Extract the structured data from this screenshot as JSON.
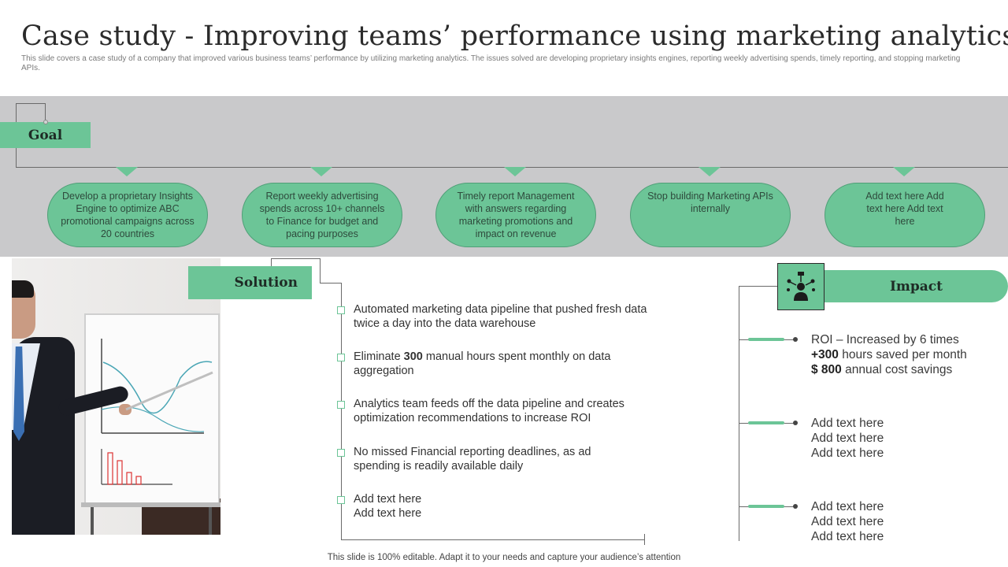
{
  "title": "Case study - Improving teams’ performance using marketing analytics",
  "subtitle": "This slide covers a case study of a company that improved various business teams’ performance by utilizing marketing analytics. The issues solved are developing proprietary insights engines, reporting weekly advertising spends, timely reporting, and stopping marketing APIs.",
  "goal": {
    "label": "Goal",
    "items": [
      "Develop a proprietary Insights Engine to optimize ABC promotional campaigns across 20 countries",
      "Report weekly advertising spends across 10+ channels to Finance for budget and pacing purposes",
      "Timely report Management with answers regarding marketing promotions and impact on revenue",
      "Stop building Marketing APIs internally",
      "Add text here Add text here Add text here"
    ]
  },
  "solution": {
    "label": "Solution",
    "items": [
      {
        "pre": "Automated marketing data pipeline that pushed fresh data twice a day into the data warehouse",
        "bold": "",
        "post": ""
      },
      {
        "pre": "Eliminate ",
        "bold": "300",
        "post": " manual hours spent monthly on data aggregation"
      },
      {
        "pre": "Analytics team feeds off the data pipeline and creates optimization recommendations to increase ROI",
        "bold": "",
        "post": ""
      },
      {
        "pre": "No missed Financial reporting deadlines, as ad spending is readily available daily",
        "bold": "",
        "post": ""
      },
      {
        "pre": "Add text here",
        "bold": "",
        "post": "",
        "line2": "Add text here"
      }
    ]
  },
  "impact": {
    "label": "Impact",
    "block1": {
      "line1": "ROI – Increased by 6 times",
      "line2_bold": "+300",
      "line2_rest": " hours saved per month",
      "line3_bold": "$ 800",
      "line3_rest": " annual cost savings"
    },
    "block2": [
      "Add text here",
      "Add text here",
      "Add text here"
    ],
    "block3": [
      "Add text here",
      "Add text here",
      "Add text here"
    ]
  },
  "footer": "This slide is 100% editable. Adapt it to your needs and capture your audience’s attention",
  "colors": {
    "accent": "#6cc597",
    "band": "#c9c9cb"
  },
  "icons": {
    "impact": "presenter-network-icon"
  }
}
